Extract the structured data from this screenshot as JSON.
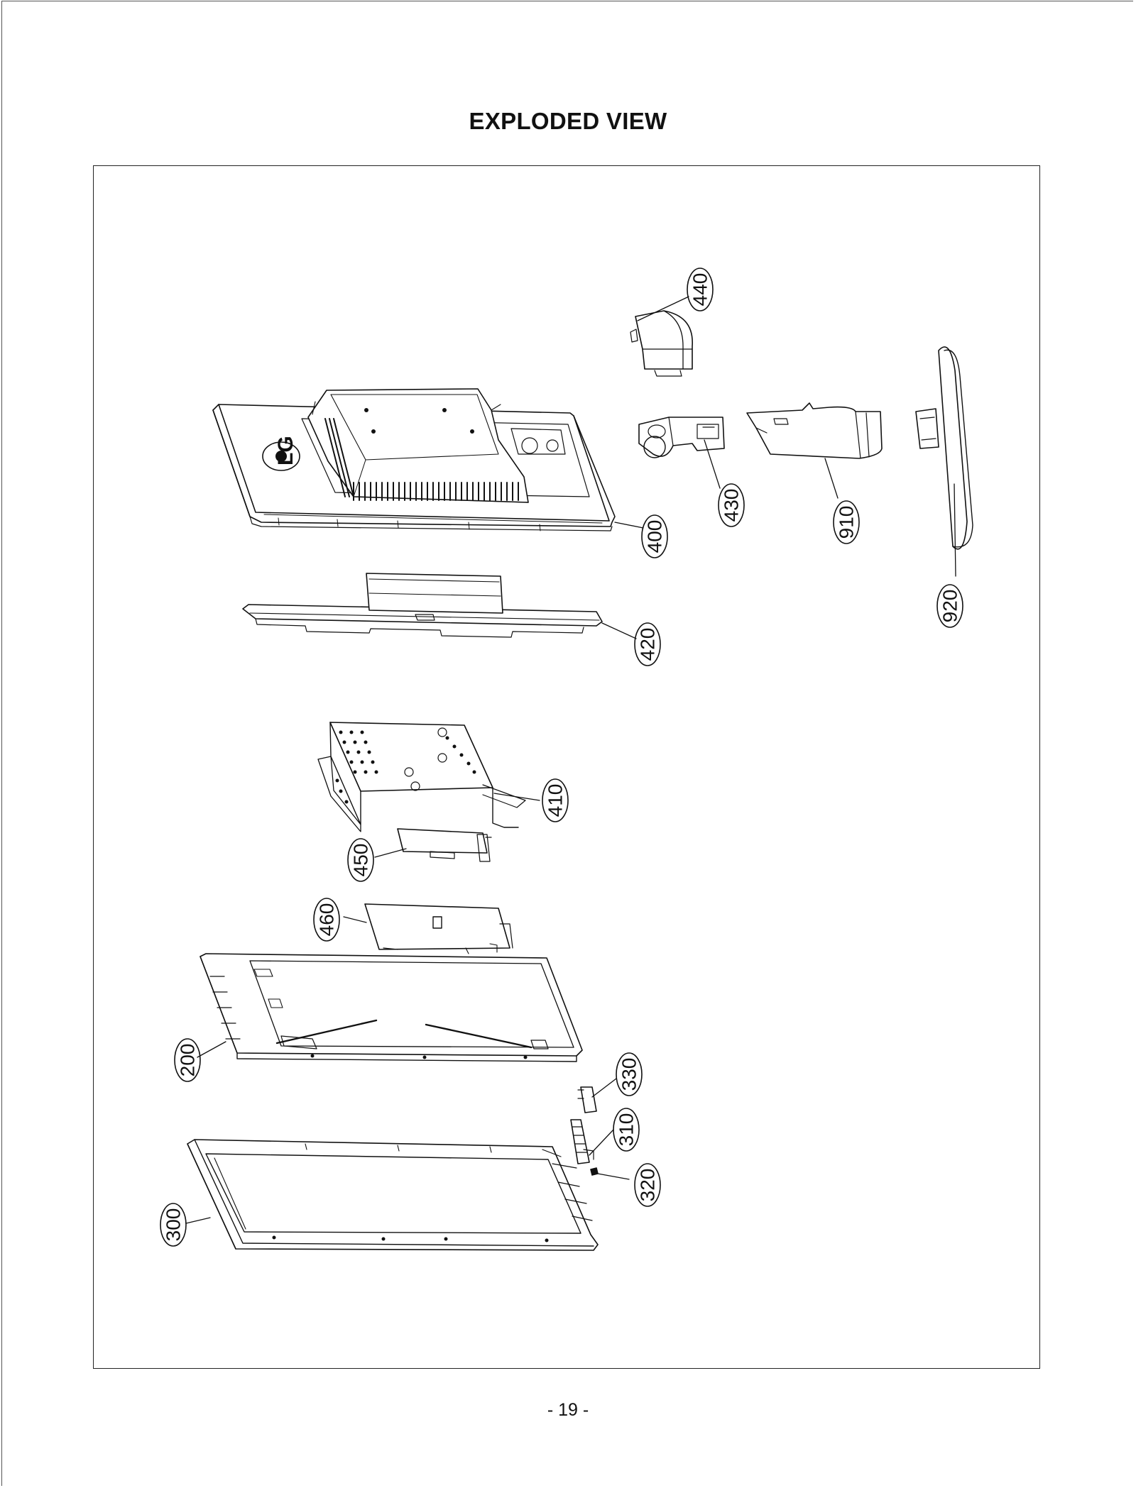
{
  "title": "EXPLODED VIEW",
  "page_number": "- 19 -",
  "callouts": {
    "c440": "440",
    "c400": "400",
    "c430": "430",
    "c910": "910",
    "c920": "920",
    "c420": "420",
    "c410": "410",
    "c450": "450",
    "c460": "460",
    "c200": "200",
    "c330": "330",
    "c310": "310",
    "c320": "320",
    "c300": "300"
  },
  "back_cover_logo": "LG"
}
